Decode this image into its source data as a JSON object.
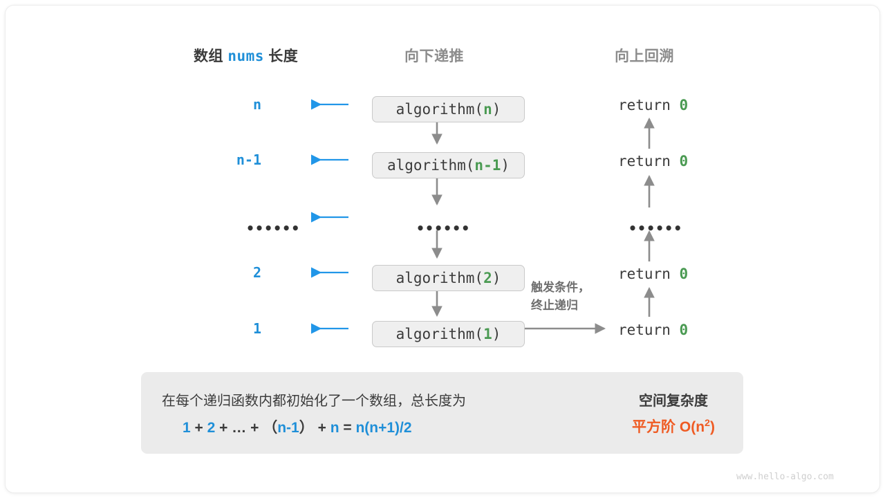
{
  "diagram": {
    "title_columns": [
      {
        "name": "length-column-header",
        "prefix": "数组 ",
        "code": "nums",
        "suffix": " 长度"
      },
      {
        "name": "downward-column-header",
        "text": "向下递推"
      },
      {
        "name": "upward-column-header",
        "text": "向上回溯"
      }
    ],
    "rows": [
      {
        "length": "n",
        "call_prefix": "algorithm(",
        "call_arg": "n",
        "call_suffix": ")",
        "return": "return ",
        "return_value": "0"
      },
      {
        "length": "n-1",
        "call_prefix": "algorithm(",
        "call_arg": "n-1",
        "call_suffix": ")",
        "return": "return ",
        "return_value": "0"
      },
      {
        "length": "……",
        "call_prefix": "",
        "call_arg": "",
        "call_suffix": "",
        "return": "",
        "return_value": ""
      },
      {
        "length": "2",
        "call_prefix": "algorithm(",
        "call_arg": "2",
        "call_suffix": ")",
        "return": "return ",
        "return_value": "0"
      },
      {
        "length": "1",
        "call_prefix": "algorithm(",
        "call_arg": "1",
        "call_suffix": ")",
        "return": "return ",
        "return_value": "0"
      }
    ],
    "ellipsis_glyph": "••••••",
    "trigger_note": {
      "line1": "触发条件，",
      "line2": "终止递归"
    },
    "summary": {
      "line1": "在每个递归函数内都初始化了一个数组，总长度为",
      "formula": {
        "t1": "1",
        "op1": "+",
        "t2": "2",
        "op2": "+",
        "t3": "…",
        "op3": "+",
        "lp": "（",
        "t4": "n-1",
        "rp": "）",
        "op4": "+",
        "t5": "n",
        "eq": "=",
        "t6": "n(n+1)/2"
      },
      "result_title": "空间复杂度",
      "result_value_prefix": "平方阶  O(n",
      "result_value_exp": "2",
      "result_value_suffix": ")"
    },
    "watermark": "www.hello-algo.com",
    "colors": {
      "blue": "#1f8fd8",
      "green": "#4a9a52",
      "orange": "#ef5b23",
      "gray_text": "#8c8c8c",
      "dark_text": "#3b3b3b",
      "box_fill": "#efefef",
      "box_border": "#c9c9c9",
      "summary_fill": "#ebebeb",
      "arrow_gray": "#8c8c8c"
    }
  }
}
